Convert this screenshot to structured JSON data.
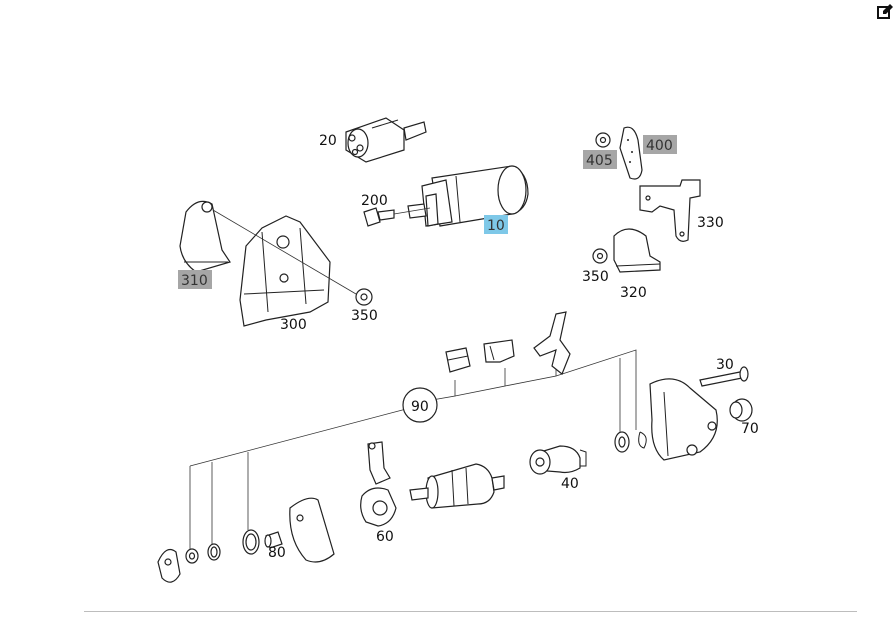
{
  "toolbar": {
    "edit_icon": "edit-icon"
  },
  "labels": {
    "p10": "10",
    "p20": "20",
    "p30": "30",
    "p40": "40",
    "p60": "60",
    "p70": "70",
    "p80": "80",
    "p90": "90",
    "p200": "200",
    "p300": "300",
    "p310": "310",
    "p320": "320",
    "p330": "330",
    "p350a": "350",
    "p350b": "350",
    "p400": "400",
    "p405": "405"
  },
  "colors": {
    "highlight_gray": "#a6a6a6",
    "highlight_selected": "#7ec8e8"
  }
}
